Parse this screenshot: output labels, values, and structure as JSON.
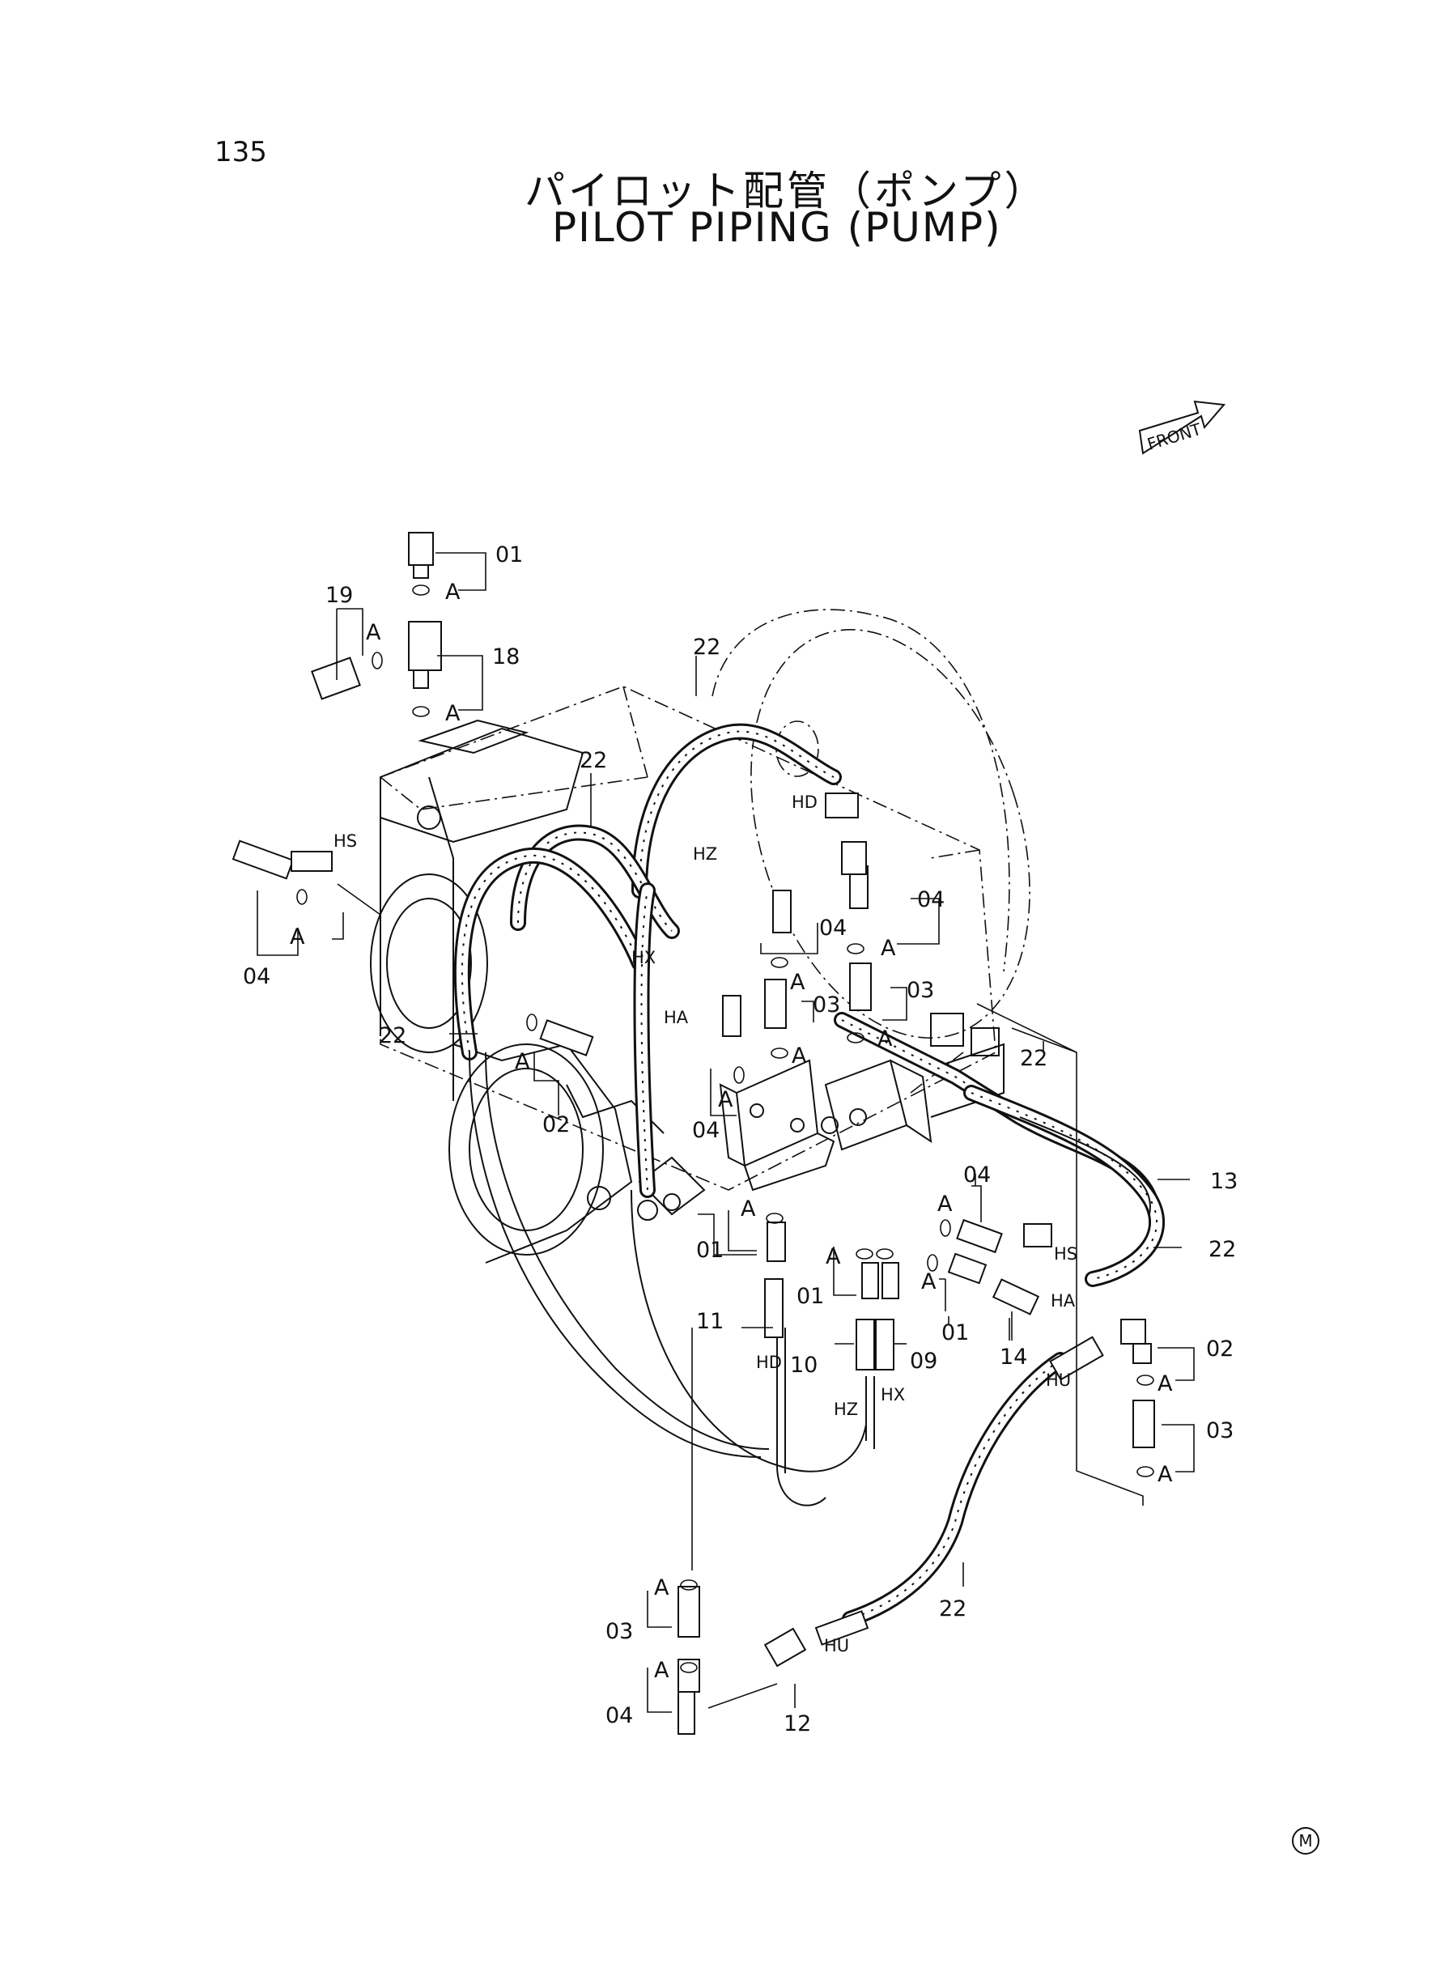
{
  "header": {
    "page_number": "135",
    "title_jp": "パイロット配管（ポンプ）",
    "title_en": "PILOT PIPING (PUMP)"
  },
  "orientation": {
    "label": "FRONT"
  },
  "part_labels": {
    "p01a": "01",
    "p01b": "01",
    "p01c": "01",
    "p01d": "01",
    "p02a": "02",
    "p02b": "02",
    "p03a": "03",
    "p03b": "03",
    "p03c": "03",
    "p03d": "03",
    "p04a": "04",
    "p04b": "04",
    "p04c": "04",
    "p04d": "04",
    "p04e": "04",
    "p04f": "04",
    "p09": "09",
    "p10": "10",
    "p11": "11",
    "p12": "12",
    "p13": "13",
    "p14": "14",
    "p18": "18",
    "p19": "19",
    "p22a": "22",
    "p22b": "22",
    "p22c": "22",
    "p22d": "22",
    "p22e": "22",
    "p22f": "22"
  },
  "port_labels": {
    "hs1": "HS",
    "hd1": "HD",
    "hz1": "HZ",
    "hx1": "HX",
    "ha1": "HA",
    "hs2": "HS",
    "ha2": "HA",
    "hu1": "HU",
    "hd2": "HD",
    "hz2": "HZ",
    "hx2": "HX",
    "hu2": "HU"
  },
  "seal_marks": {
    "a1": "A",
    "a2": "A",
    "a3": "A",
    "a4": "A",
    "a5": "A",
    "a6": "A",
    "a7": "A",
    "a8": "A",
    "a9": "A",
    "a10": "A",
    "a11": "A",
    "a12": "A",
    "a13": "A",
    "a14": "A",
    "a15": "A",
    "a16": "A",
    "a17": "A",
    "a18": "A"
  },
  "footer": {
    "symbol": "M"
  }
}
